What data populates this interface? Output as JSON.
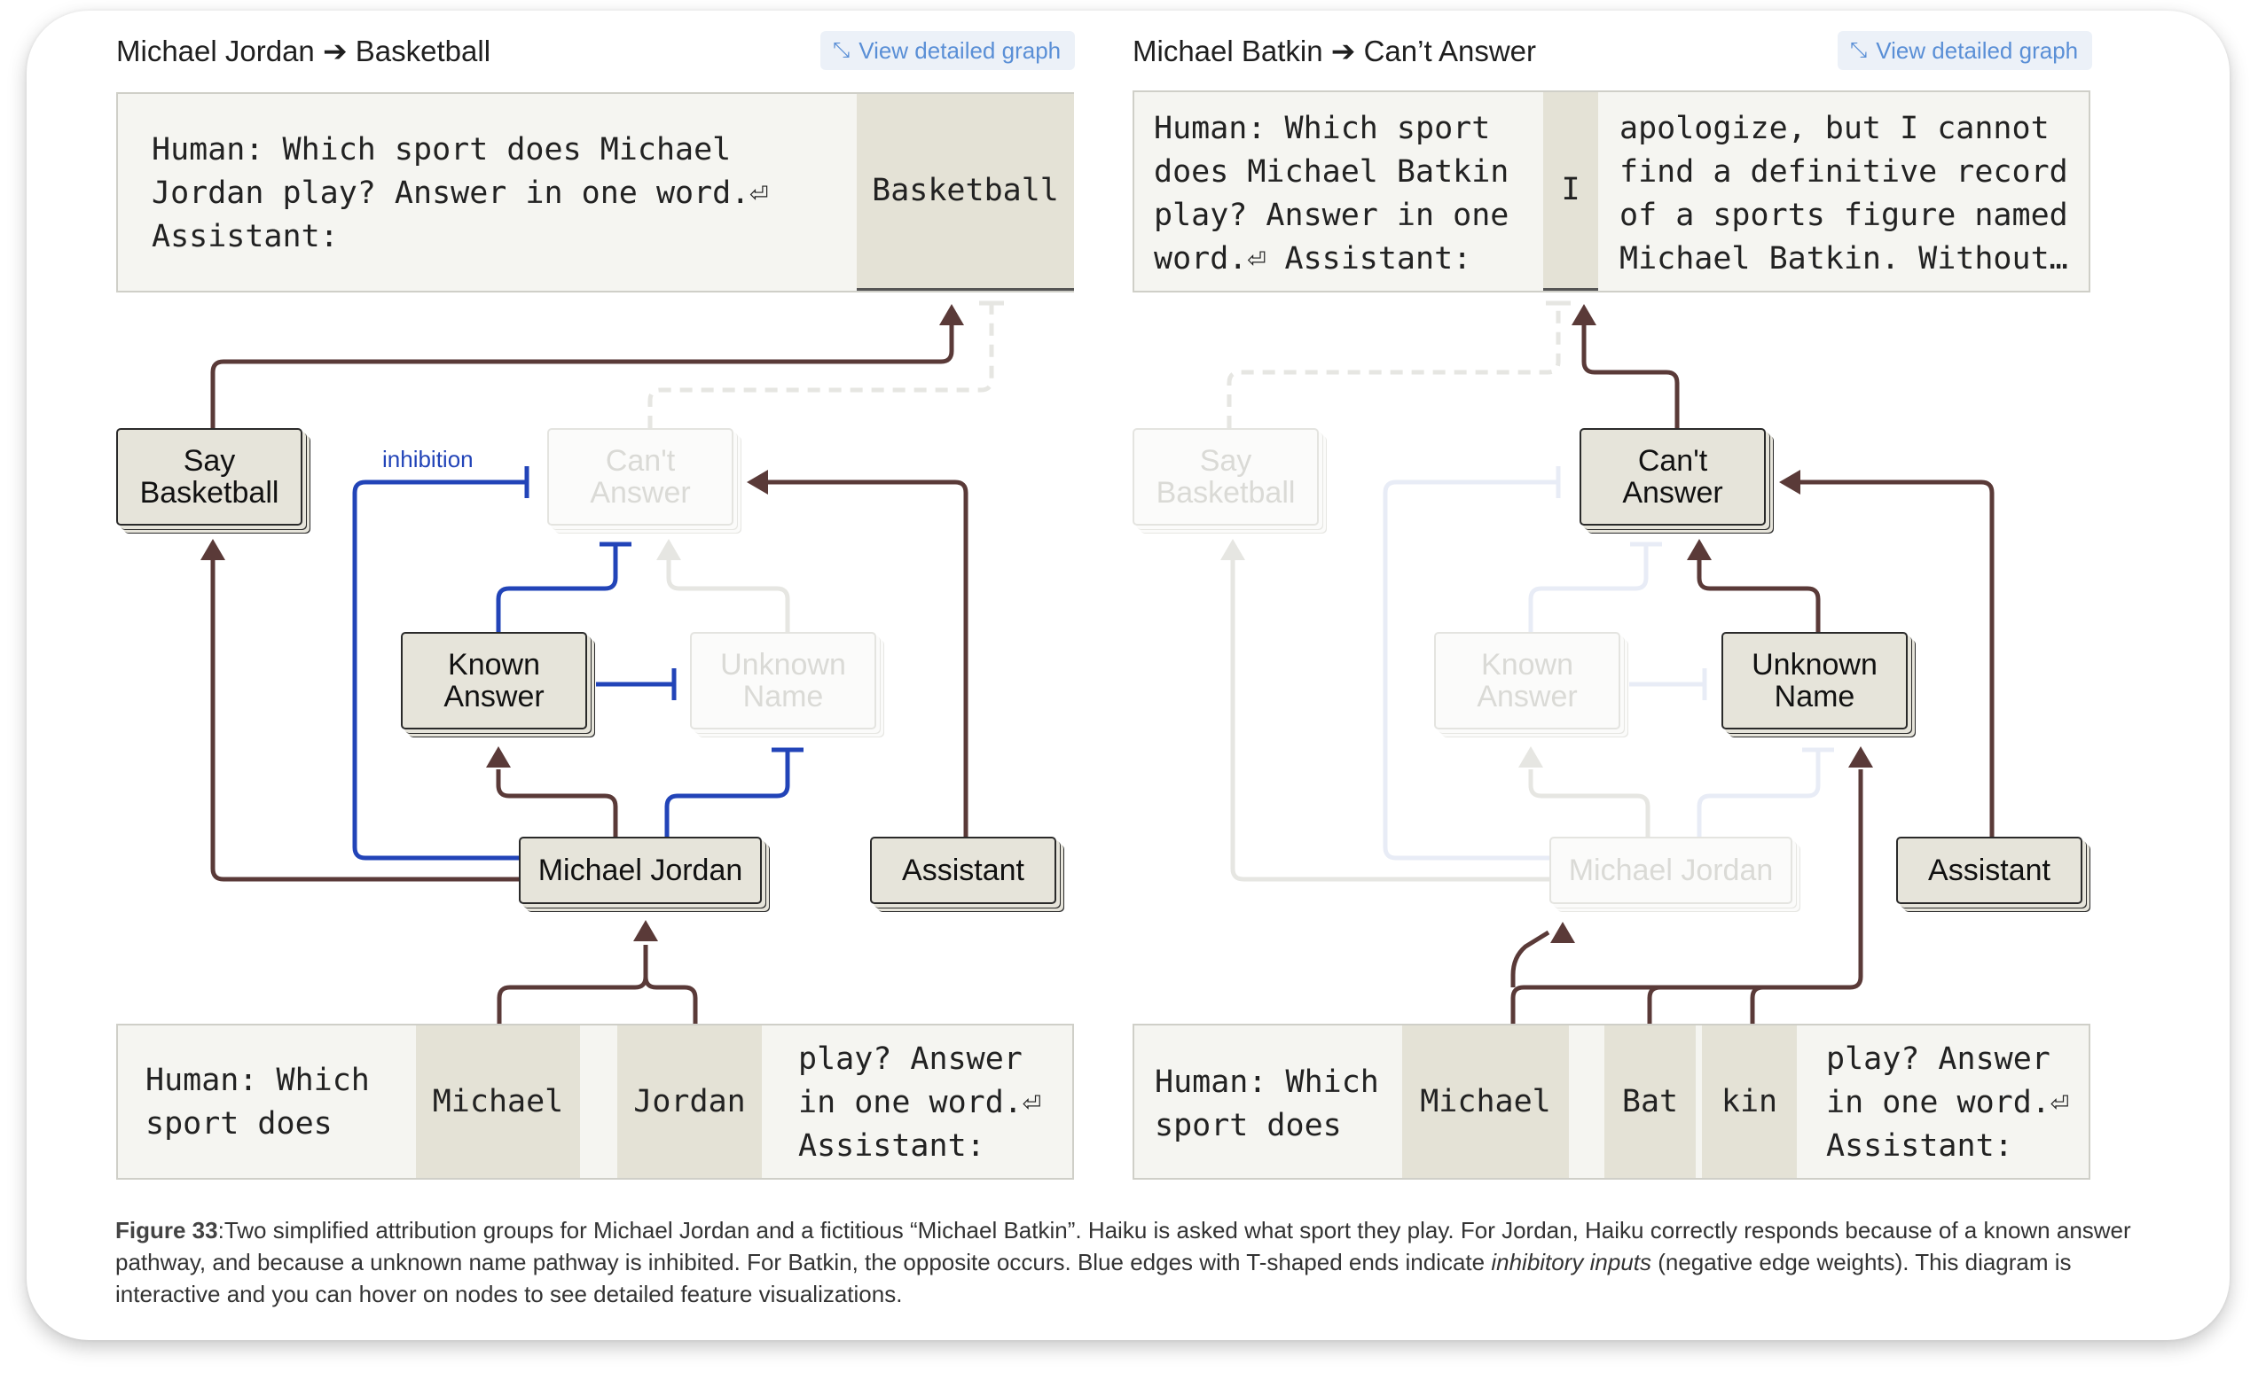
{
  "left": {
    "title": "Michael Jordan ➔ Basketball",
    "view_button": "View detailed graph",
    "prompt_text": "Human: Which sport does Michael\nJordan play? Answer in one word.⏎\nAssistant:",
    "output_token": "Basketball",
    "nodes": {
      "say_basketball": "Say\nBasketball",
      "cant_answer": "Can't\nAnswer",
      "known_answer": "Known\nAnswer",
      "unknown_name": "Unknown\nName",
      "michael_jordan": "Michael Jordan",
      "assistant": "Assistant"
    },
    "inhibition_label": "inhibition",
    "input": {
      "pre": "Human: Which\nsport does",
      "tok1": "Michael",
      "tok2": "Jordan",
      "post": "play? Answer\nin one word.⏎\nAssistant:"
    }
  },
  "right": {
    "title": "Michael Batkin ➔ Can’t Answer",
    "view_button": "View detailed graph",
    "prompt_text": "Human: Which sport\ndoes Michael Batkin\nplay? Answer in one\nword.⏎ Assistant:",
    "output_token": "I",
    "continuation": "apologize, but I cannot\nfind a definitive record\nof a sports figure named\nMichael Batkin. Without…",
    "nodes": {
      "say_basketball": "Say\nBasketball",
      "cant_answer": "Can't\nAnswer",
      "known_answer": "Known\nAnswer",
      "unknown_name": "Unknown\nName",
      "michael_jordan": "Michael Jordan",
      "assistant": "Assistant"
    },
    "input": {
      "pre": "Human: Which\nsport does",
      "tok1": "Michael",
      "tok2": "Bat",
      "tok3": "kin",
      "post": "play? Answer\nin one word.⏎\nAssistant:"
    }
  },
  "caption": {
    "label": "Figure 33",
    "text1": ":Two simplified attribution groups for Michael Jordan and a fictitious “Michael Batkin”. Haiku is asked what sport they play. For Jordan, Haiku correctly responds because of a known answer pathway, and because a unknown name pathway is inhibited. For Batkin, the opposite occurs. Blue edges with T-shaped ends indicate ",
    "emph": "inhibitory inputs",
    "text2": " (negative edge weights). This diagram is interactive and you can hover on nodes to see detailed feature visualizations."
  },
  "colors": {
    "excite": "#5a3a38",
    "inhibit": "#2244b8",
    "faded_excite": "#e6e6e2",
    "faded_inhibit": "#e8ecf6",
    "node_fill": "#e6e4da",
    "token_fill": "#e4e2d6",
    "box_fill": "#f5f5f1"
  },
  "icons": {
    "view_button": "expand-arrows-icon"
  }
}
